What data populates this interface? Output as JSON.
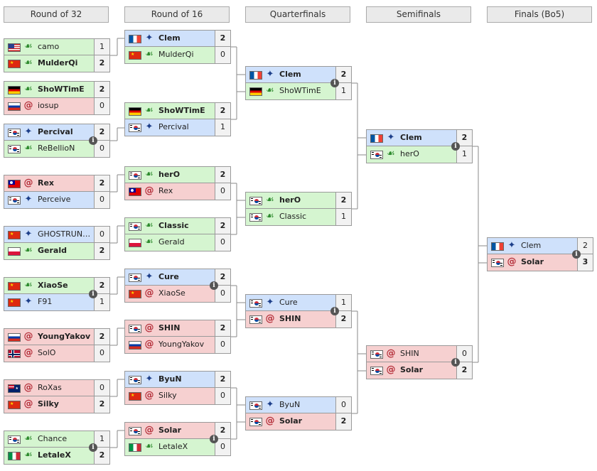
{
  "rounds": [
    "Round of 32",
    "Round of 16",
    "Quarterfinals",
    "Semifinals",
    "Finals (Bo5)"
  ],
  "colors": {
    "terran": "#cfe1fb",
    "zerg": "#f6d0d0",
    "protoss": "#d5f5d0",
    "score_bg": "#f2f2f2",
    "line": "#8a8a8a"
  },
  "matches": [
    {
      "round": 0,
      "p": [
        {
          "name": "camo",
          "flag": "us",
          "race": "p",
          "score": "1",
          "win": false
        },
        {
          "name": "MulderQi",
          "flag": "cn",
          "race": "p",
          "score": "2",
          "win": true
        }
      ]
    },
    {
      "round": 0,
      "p": [
        {
          "name": "ShoWTimE",
          "flag": "de",
          "race": "p",
          "score": "2",
          "win": true
        },
        {
          "name": "iosup",
          "flag": "ru",
          "race": "z",
          "score": "0",
          "win": false
        }
      ]
    },
    {
      "round": 0,
      "info": true,
      "p": [
        {
          "name": "Percival",
          "flag": "kr",
          "race": "t",
          "score": "2",
          "win": true
        },
        {
          "name": "ReBellioN",
          "flag": "kr",
          "race": "p",
          "score": "0",
          "win": false
        }
      ]
    },
    {
      "round": 0,
      "p": [
        {
          "name": "Rex",
          "flag": "tw",
          "race": "z",
          "score": "2",
          "win": true
        },
        {
          "name": "Perceive",
          "flag": "kr",
          "race": "t",
          "score": "0",
          "win": false
        }
      ]
    },
    {
      "round": 0,
      "p": [
        {
          "name": "GHOSTRUNNER",
          "flag": "cn",
          "race": "t",
          "score": "0",
          "win": false
        },
        {
          "name": "Gerald",
          "flag": "pl",
          "race": "p",
          "score": "2",
          "win": true
        }
      ]
    },
    {
      "round": 0,
      "info": true,
      "p": [
        {
          "name": "XiaoSe",
          "flag": "cn",
          "race": "p",
          "score": "2",
          "win": true
        },
        {
          "name": "F91",
          "flag": "cn",
          "race": "t",
          "score": "1",
          "win": false
        }
      ]
    },
    {
      "round": 0,
      "p": [
        {
          "name": "YoungYakov",
          "flag": "ru",
          "race": "z",
          "score": "2",
          "win": true
        },
        {
          "name": "SolO",
          "flag": "no",
          "race": "z",
          "score": "0",
          "win": false
        }
      ]
    },
    {
      "round": 0,
      "p": [
        {
          "name": "RoXas",
          "flag": "au",
          "race": "z",
          "score": "0",
          "win": false
        },
        {
          "name": "Silky",
          "flag": "cn",
          "race": "z",
          "score": "2",
          "win": true
        }
      ]
    },
    {
      "round": 0,
      "info": true,
      "p": [
        {
          "name": "Chance",
          "flag": "kr",
          "race": "p",
          "score": "1",
          "win": false
        },
        {
          "name": "LetaleX",
          "flag": "it",
          "race": "p",
          "score": "2",
          "win": true
        }
      ]
    },
    {
      "round": 1,
      "p": [
        {
          "name": "Clem",
          "flag": "fr",
          "race": "t",
          "score": "2",
          "win": true
        },
        {
          "name": "MulderQi",
          "flag": "cn",
          "race": "p",
          "score": "0",
          "win": false
        }
      ]
    },
    {
      "round": 1,
      "p": [
        {
          "name": "ShoWTimE",
          "flag": "de",
          "race": "p",
          "score": "2",
          "win": true
        },
        {
          "name": "Percival",
          "flag": "kr",
          "race": "t",
          "score": "1",
          "win": false
        }
      ]
    },
    {
      "round": 1,
      "p": [
        {
          "name": "herO",
          "flag": "kr",
          "race": "p",
          "score": "2",
          "win": true
        },
        {
          "name": "Rex",
          "flag": "tw",
          "race": "z",
          "score": "0",
          "win": false
        }
      ]
    },
    {
      "round": 1,
      "p": [
        {
          "name": "Classic",
          "flag": "kr",
          "race": "p",
          "score": "2",
          "win": true
        },
        {
          "name": "Gerald",
          "flag": "pl",
          "race": "p",
          "score": "0",
          "win": false
        }
      ]
    },
    {
      "round": 1,
      "info": true,
      "p": [
        {
          "name": "Cure",
          "flag": "kr",
          "race": "t",
          "score": "2",
          "win": true
        },
        {
          "name": "XiaoSe",
          "flag": "cn",
          "race": "z",
          "score": "0",
          "win": false
        }
      ]
    },
    {
      "round": 1,
      "p": [
        {
          "name": "SHIN",
          "flag": "kr",
          "race": "z",
          "score": "2",
          "win": true
        },
        {
          "name": "YoungYakov",
          "flag": "ru",
          "race": "z",
          "score": "0",
          "win": false
        }
      ]
    },
    {
      "round": 1,
      "p": [
        {
          "name": "ByuN",
          "flag": "kr",
          "race": "t",
          "score": "2",
          "win": true
        },
        {
          "name": "Silky",
          "flag": "cn",
          "race": "z",
          "score": "0",
          "win": false
        }
      ]
    },
    {
      "round": 1,
      "info": true,
      "p": [
        {
          "name": "Solar",
          "flag": "kr",
          "race": "z",
          "score": "2",
          "win": true
        },
        {
          "name": "LetaleX",
          "flag": "it",
          "race": "p",
          "score": "0",
          "win": false
        }
      ]
    },
    {
      "round": 2,
      "info": true,
      "p": [
        {
          "name": "Clem",
          "flag": "fr",
          "race": "t",
          "score": "2",
          "win": true
        },
        {
          "name": "ShoWTimE",
          "flag": "de",
          "race": "p",
          "score": "1",
          "win": false
        }
      ]
    },
    {
      "round": 2,
      "p": [
        {
          "name": "herO",
          "flag": "kr",
          "race": "p",
          "score": "2",
          "win": true
        },
        {
          "name": "Classic",
          "flag": "kr",
          "race": "p",
          "score": "1",
          "win": false
        }
      ]
    },
    {
      "round": 2,
      "info": true,
      "p": [
        {
          "name": "Cure",
          "flag": "kr",
          "race": "t",
          "score": "1",
          "win": false
        },
        {
          "name": "SHIN",
          "flag": "kr",
          "race": "z",
          "score": "2",
          "win": true
        }
      ]
    },
    {
      "round": 2,
      "p": [
        {
          "name": "ByuN",
          "flag": "kr",
          "race": "t",
          "score": "0",
          "win": false
        },
        {
          "name": "Solar",
          "flag": "kr",
          "race": "z",
          "score": "2",
          "win": true
        }
      ]
    },
    {
      "round": 3,
      "info": true,
      "p": [
        {
          "name": "Clem",
          "flag": "fr",
          "race": "t",
          "score": "2",
          "win": true
        },
        {
          "name": "herO",
          "flag": "kr",
          "race": "p",
          "score": "1",
          "win": false
        }
      ]
    },
    {
      "round": 3,
      "info": true,
      "p": [
        {
          "name": "SHIN",
          "flag": "kr",
          "race": "z",
          "score": "0",
          "win": false
        },
        {
          "name": "Solar",
          "flag": "kr",
          "race": "z",
          "score": "2",
          "win": true
        }
      ]
    },
    {
      "round": 4,
      "info": true,
      "p": [
        {
          "name": "Clem",
          "flag": "fr",
          "race": "t",
          "score": "2",
          "win": false
        },
        {
          "name": "Solar",
          "flag": "kr",
          "race": "z",
          "score": "3",
          "win": true
        }
      ]
    }
  ]
}
